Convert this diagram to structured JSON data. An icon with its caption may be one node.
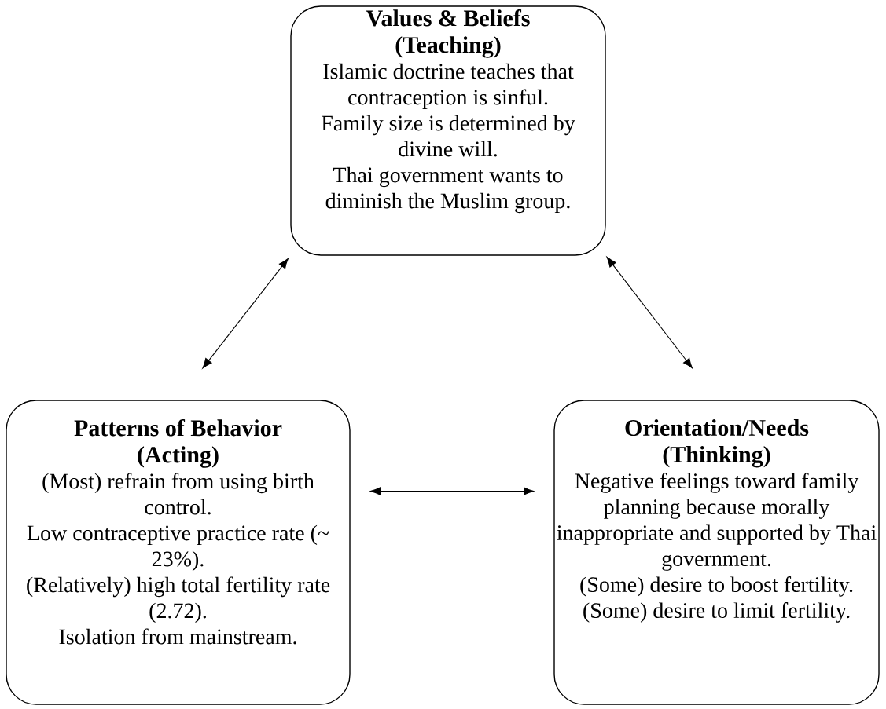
{
  "diagram": {
    "nodes": [
      {
        "text": [
          "Values & Beliefs (Teaching)",
          "Islamic doctrine teaches that contraception is sinful.",
          "Family size is determined by divine will.",
          "Thai government wants to diminish the Muslim group."
        ]
      },
      {
        "text": [
          "Patterns of Behavior (Acting)",
          "(Most) refrain from using birth control.",
          "Low contraceptive practice rate (~ 23%).",
          "(Relatively) high total fertility rate (2.72).",
          "Isolation from mainstream."
        ]
      },
      {
        "text": [
          "Orientation/Needs (Thinking)",
          "Negative feelings toward family planning because morally inappropriate and supported by Thai government.",
          "(Some) desire to boost fertility.",
          "(Some) desire to limit fertility."
        ]
      }
    ],
    "edges": [
      {
        "from": 1,
        "to": 0,
        "arrow": "both"
      },
      {
        "from": 0,
        "to": 2,
        "arrow": "both"
      },
      {
        "from": 1,
        "to": 2,
        "arrow": "both"
      }
    ]
  }
}
